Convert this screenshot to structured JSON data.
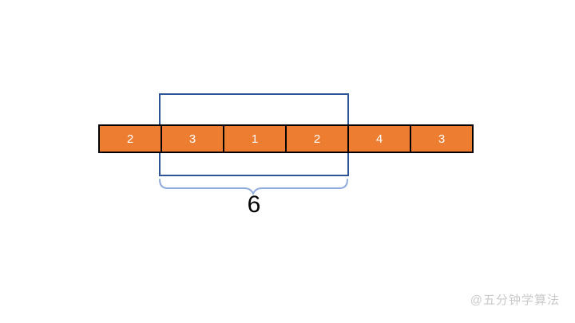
{
  "diagram": {
    "type": "sliding-window-array",
    "array": {
      "values": [
        "2",
        "3",
        "1",
        "2",
        "4",
        "3"
      ]
    },
    "window": {
      "start_index": 1,
      "end_index": 3,
      "covered_values": [
        "3",
        "1",
        "2"
      ],
      "sum_label": "6"
    }
  },
  "watermark": "@五分钟学算法",
  "colors": {
    "background": "#FFFFFF",
    "cell_fill": "#ED7D31",
    "cell_border": "#000000",
    "cell_text": "#FFFFFF",
    "window_border": "#2F5597",
    "brace": "#8FAADC",
    "sum_text": "#000000",
    "watermark_text": "#C9C9C9"
  }
}
